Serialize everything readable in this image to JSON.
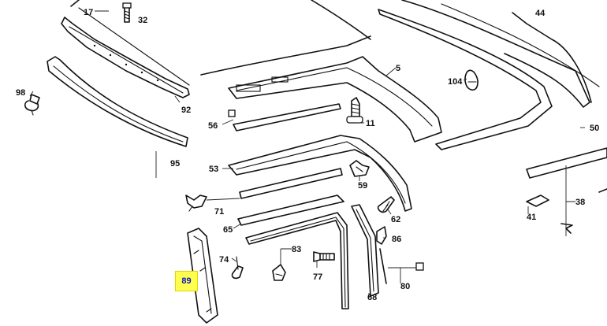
{
  "diagram": {
    "highlighted_part": "89",
    "callouts": {
      "17": "17",
      "32": "32",
      "44": "44",
      "98": "98",
      "92": "92",
      "5": "5",
      "104": "104",
      "56": "56",
      "11": "11",
      "95": "95",
      "53": "53",
      "50": "50",
      "59": "59",
      "71": "71",
      "62": "62",
      "38": "38",
      "41": "41",
      "65": "65",
      "86": "86",
      "74": "74",
      "83": "83",
      "77": "77",
      "80": "80",
      "68": "68"
    }
  }
}
